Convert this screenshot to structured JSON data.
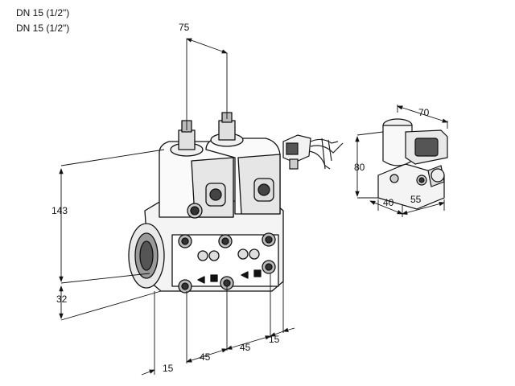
{
  "header": {
    "line1": "DN 15 (1/2\")",
    "line2": "DN 15 (1/2\")"
  },
  "dimensions": {
    "top_spacing": "75",
    "height_total": "143",
    "inlet_offset": "32",
    "bottom_a": "15",
    "bottom_b": "45",
    "bottom_c": "45",
    "bottom_d": "15",
    "detail_width": "70",
    "detail_height": "80",
    "detail_base_a": "40",
    "detail_base_b": "55"
  }
}
